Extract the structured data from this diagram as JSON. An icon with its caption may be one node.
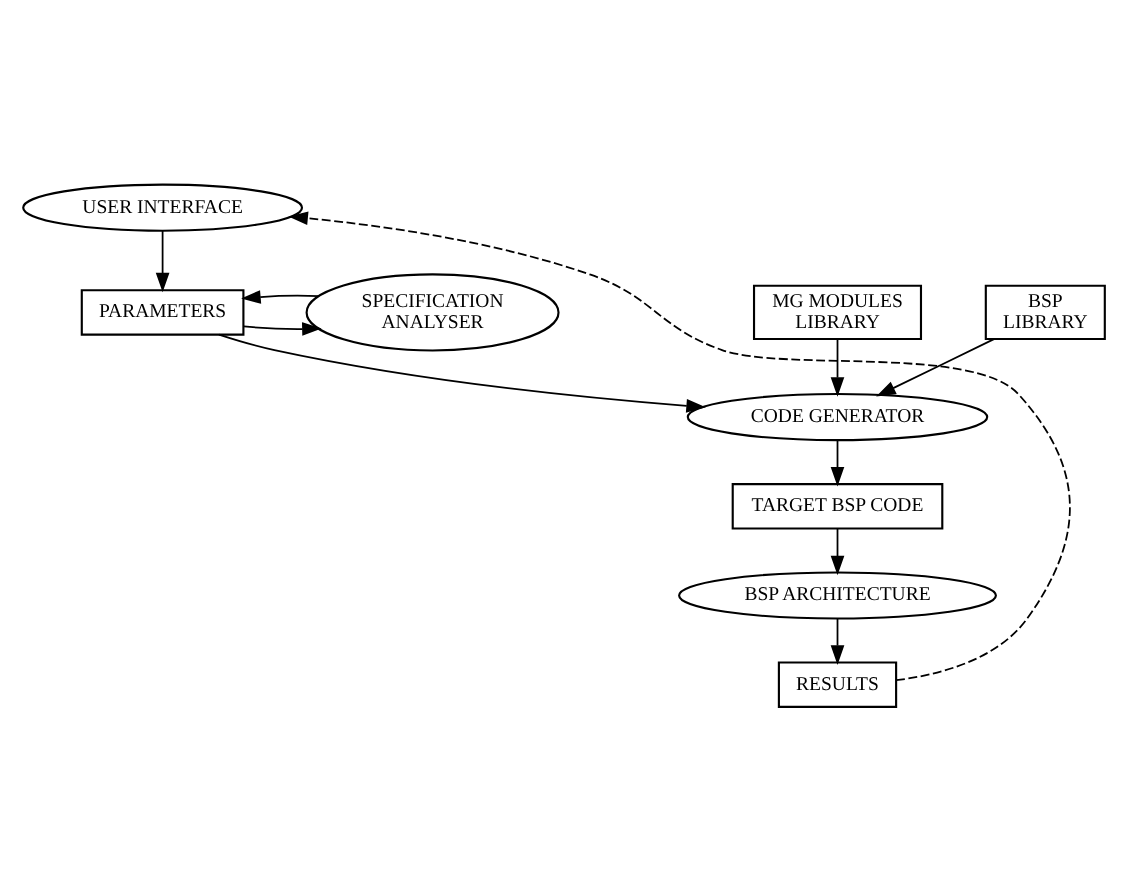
{
  "diagram": {
    "nodes": [
      {
        "text": [
          "USER INTERFACE"
        ]
      },
      {
        "text": [
          "PARAMETERS"
        ]
      },
      {
        "text": [
          "SPECIFICATION ANALYSER"
        ]
      },
      {
        "text": [
          "MG MODULES LIBRARY"
        ]
      },
      {
        "text": [
          "CODE GENERATOR"
        ]
      },
      {
        "text": [
          "BSP LIBRARY"
        ]
      },
      {
        "text": [
          "TARGET BSP CODE"
        ]
      },
      {
        "text": [
          "BSP ARCHITECTURE"
        ]
      },
      {
        "text": [
          "RESULTS"
        ]
      }
    ],
    "edges": [
      {
        "from": 0,
        "to": 1,
        "arrow": "to"
      },
      {
        "from": 1,
        "to": 2,
        "arrow": "to"
      },
      {
        "from": 2,
        "to": 1,
        "arrow": "to"
      },
      {
        "from": 1,
        "to": 4,
        "arrow": "to"
      },
      {
        "from": 3,
        "to": 4,
        "arrow": "to"
      },
      {
        "from": 5,
        "to": 4,
        "arrow": "to"
      },
      {
        "from": 4,
        "to": 6,
        "arrow": "to"
      },
      {
        "from": 6,
        "to": 7,
        "arrow": "to"
      },
      {
        "from": 7,
        "to": 8,
        "arrow": "to"
      },
      {
        "from": 8,
        "to": 0,
        "arrow": "to",
        "style": "dashed"
      }
    ]
  }
}
